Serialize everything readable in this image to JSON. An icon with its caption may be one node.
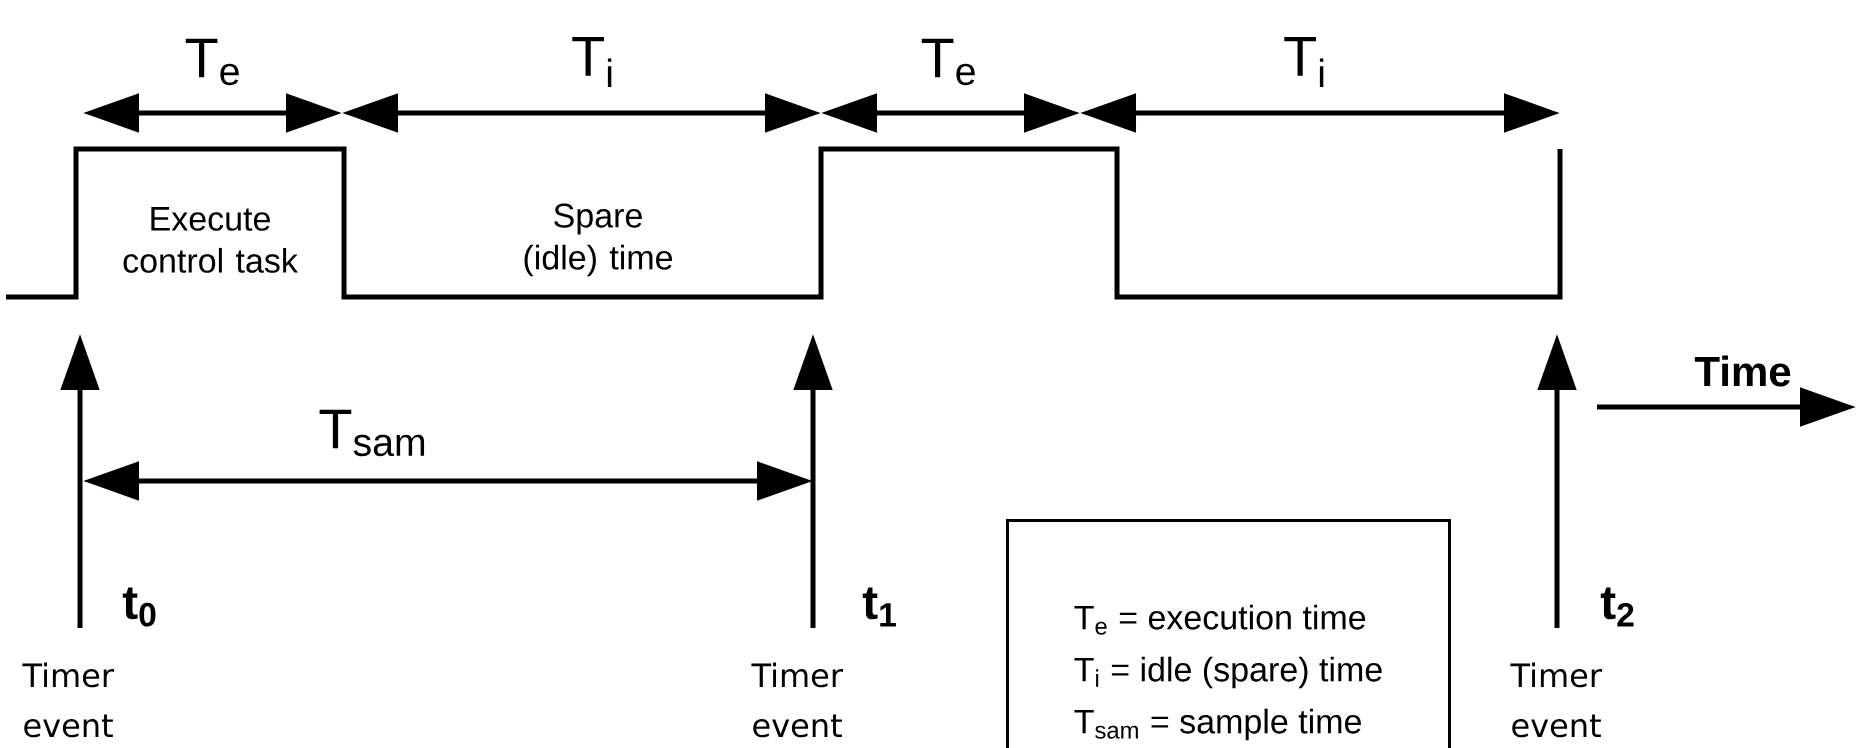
{
  "diagram": {
    "nodes": [
      {
        "text": [
          "T$_{e}$ = execution time",
          "T$_{i}$ = idle (spare) time",
          "T$_{sam}$ = sample time"
        ]
      }
    ],
    "labels": [
      "T$_{e}$",
      "T$_{i}$",
      "T$_{e}$",
      "T$_{i}$",
      "Execute control task",
      "Spare (idle) time",
      "Time",
      "T$_{sam}$",
      "t$_{0}$",
      "t$_{1}$",
      "t$_{2}$",
      "Timer event",
      "Timer event",
      "Timer event"
    ]
  }
}
